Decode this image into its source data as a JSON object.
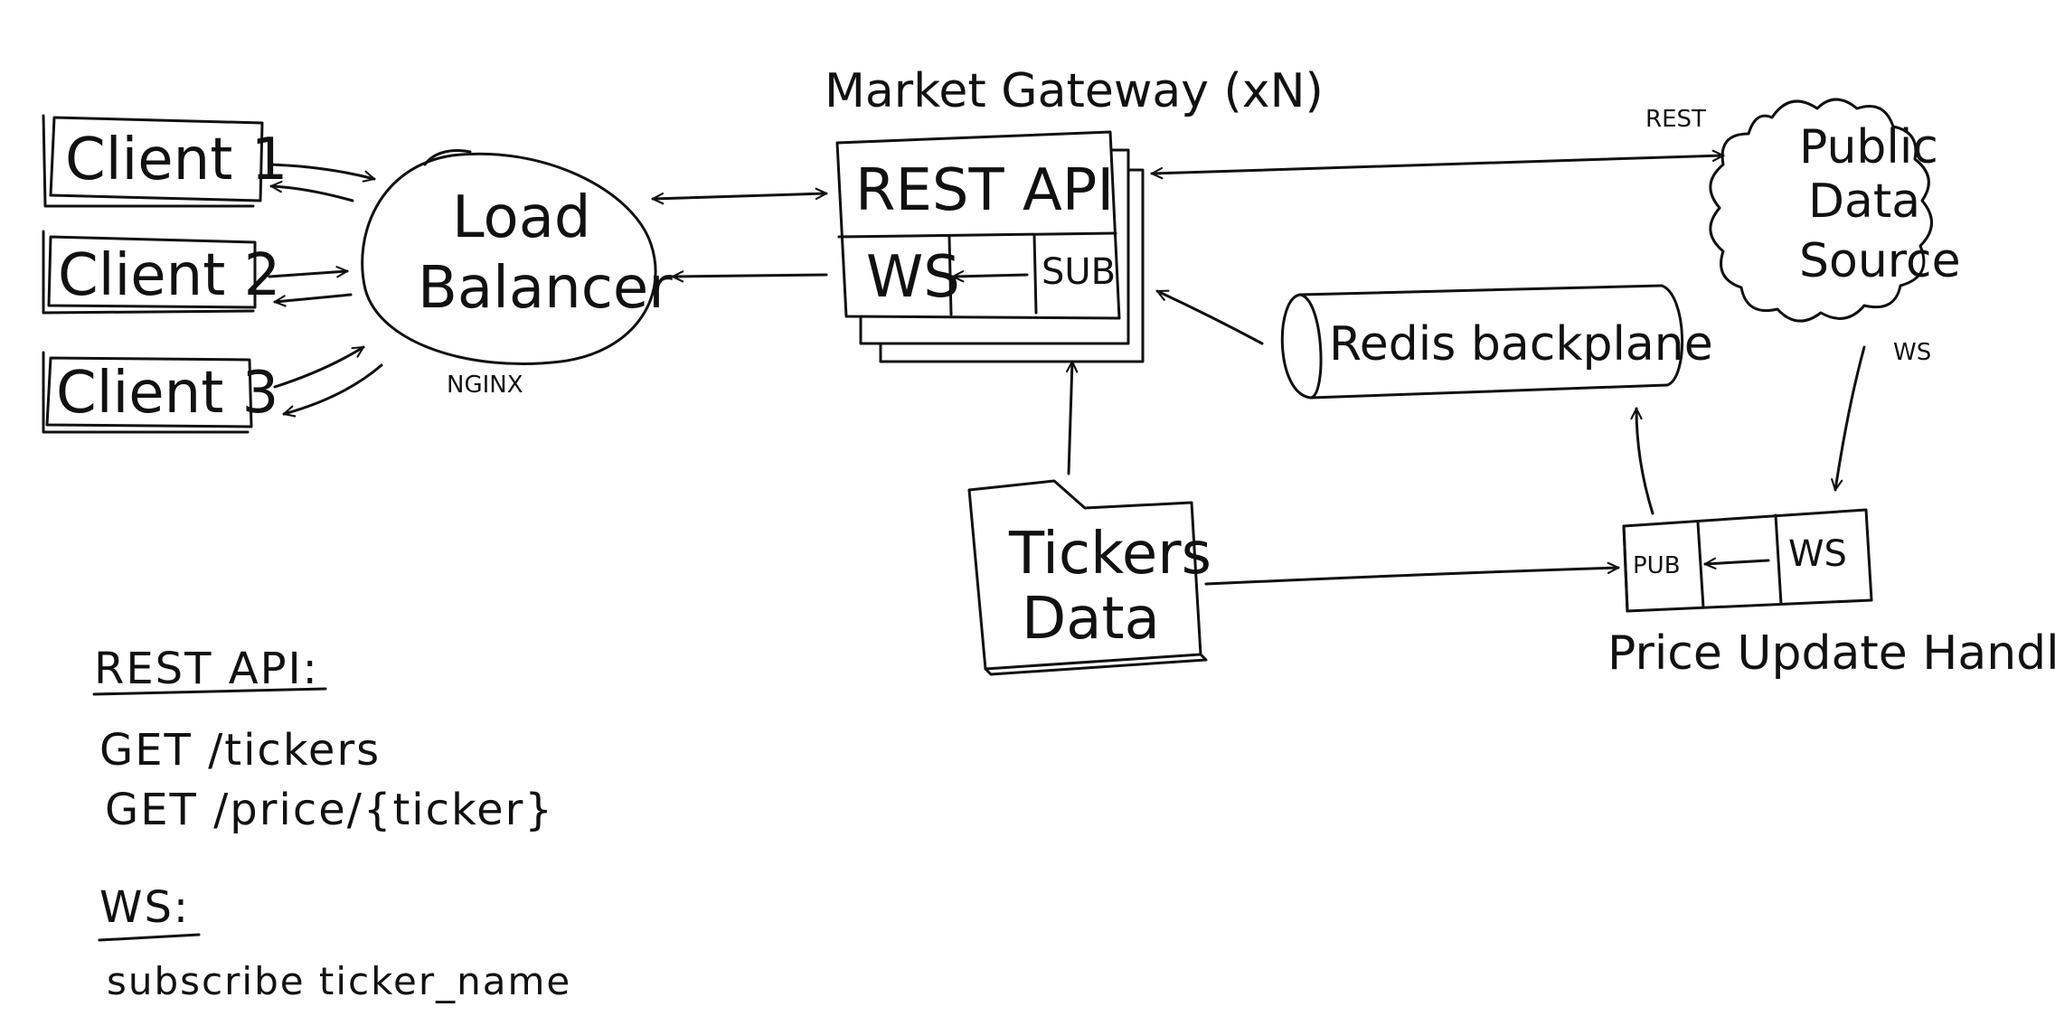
{
  "clients": [
    "Client 1",
    "Client 2",
    "Client 3"
  ],
  "load_balancer": {
    "title_line1": "Load",
    "title_line2": "Balancer",
    "subtitle": "NGINX"
  },
  "market_gateway": {
    "caption": "Market Gateway (xN)",
    "rest_api": "REST API",
    "ws": "WS",
    "sub": "SUB"
  },
  "public_data_source": {
    "line1": "Public",
    "line2": "Data",
    "line3": "Source"
  },
  "edge_labels": {
    "rest": "REST",
    "ws": "WS"
  },
  "redis": {
    "label": "Redis backplane"
  },
  "tickers_data": {
    "line1": "Tickers",
    "line2": "Data"
  },
  "price_update_handler": {
    "caption": "Price Update Handler",
    "pub": "PUB",
    "ws": "WS"
  },
  "notes": {
    "rest_heading": "REST API:",
    "rest_lines": [
      "GET /tickers",
      "GET /price/{ticker}"
    ],
    "ws_heading": "WS:",
    "ws_lines": [
      "subscribe ticker_name"
    ]
  },
  "colors": {
    "ink": "#111111",
    "background": "#ffffff"
  }
}
